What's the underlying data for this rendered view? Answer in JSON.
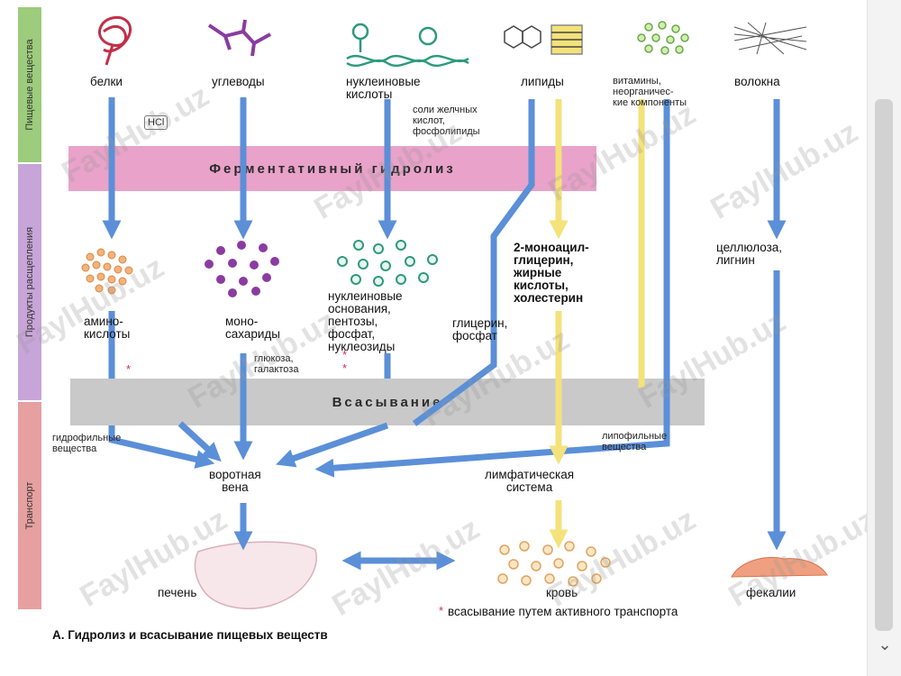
{
  "sections": {
    "nutrients": "Пищевые вещества",
    "products": "Продукты расщепления",
    "transport": "Транспорт"
  },
  "bands": {
    "hydrolysis": "Ферментативный гидролиз",
    "absorption": "Всасывание"
  },
  "nutrients": {
    "proteins": "белки",
    "carbs": "углеводы",
    "nucleic": "нуклеиновые\nкислоты",
    "lipids": "липиды",
    "vitamins": "витамины,\nнеорганичес-\nкие компоненты",
    "fibers": "волокна"
  },
  "notes": {
    "hcl": "HCl",
    "bile": "соли желчных\nкислот,\nфосфолипиды",
    "glucose": "глюкоза,\nгалактоза",
    "hydrophilic": "гидрофильные\nвещества",
    "lipophilic": "липофильные\nвещества"
  },
  "products": {
    "amino": "амино-\nкислоты",
    "mono": "моно-\nсахариды",
    "nucleo": "нуклеиновые\nоснования,\nпентозы,\nфосфат,\nнуклеозиды",
    "glycerol": "глицерин,\nфосфат",
    "monoacyl": "2-моноацил-\nглицерин,\nжирные\nкислоты,\nхолестерин",
    "cellulose": "целлюлоза,\nлигнин"
  },
  "transport": {
    "portal": "воротная\nвена",
    "lymph": "лимфатическая\nсистема",
    "liver": "печень",
    "blood": "кровь",
    "feces": "фекалии"
  },
  "legend": {
    "star": "*",
    "text": "всасывание путем активного транспорта"
  },
  "caption": "А. Гидролиз и всасывание пищевых веществ",
  "watermark": "FaylHub.uz",
  "colors": {
    "arrow_blue": "#5b8fd8",
    "arrow_yellow": "#f4e27a",
    "hydrolysis_band": "#e9a2c9",
    "absorption_band": "#c9c9c9",
    "section_green": "#9ccc7c",
    "section_purple": "#c8a5d8",
    "section_pink": "#e6a0a0"
  }
}
